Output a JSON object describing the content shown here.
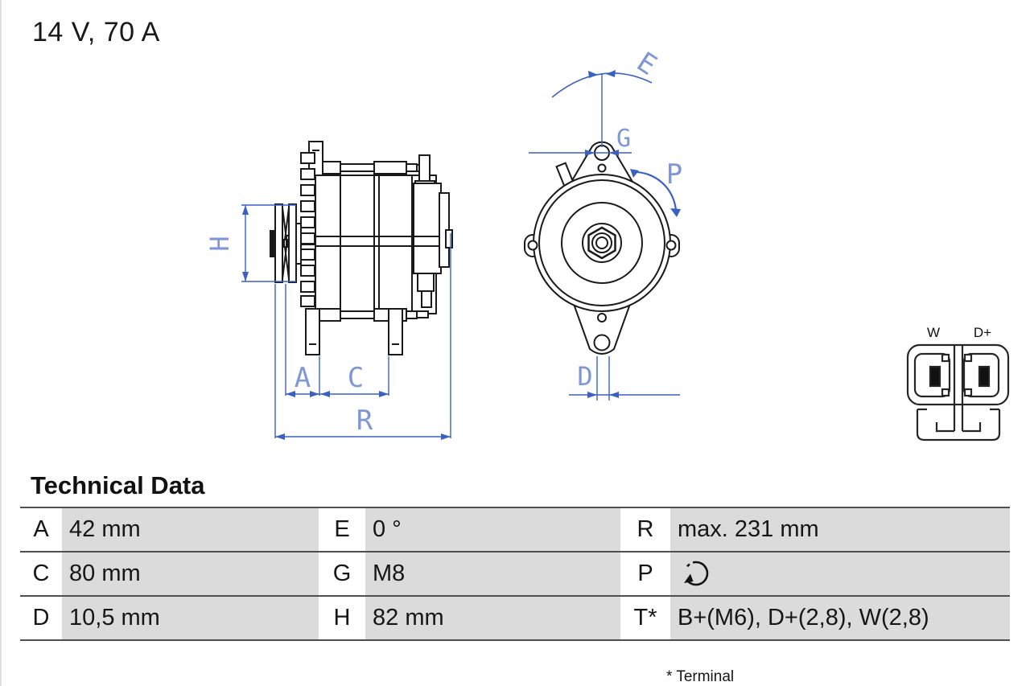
{
  "title": "14 V, 70 A",
  "drawing": {
    "labels": {
      "H": "H",
      "A": "A",
      "C": "C",
      "R": "R",
      "E": "E",
      "G": "G",
      "P": "P",
      "D": "D"
    },
    "connector": {
      "w_label": "W",
      "dplus_label": "D+"
    }
  },
  "technical_data": {
    "heading": "Technical Data",
    "footnote": "* Terminal",
    "rows": [
      {
        "cells": [
          {
            "label": "A",
            "value": "42 mm"
          },
          {
            "label": "E",
            "value": "0 °"
          },
          {
            "label": "R",
            "value": "max. 231 mm"
          }
        ]
      },
      {
        "cells": [
          {
            "label": "C",
            "value": "80 mm"
          },
          {
            "label": "G",
            "value": "M8"
          },
          {
            "label": "P",
            "value": "",
            "icon": "rotation-direction-icon"
          }
        ]
      },
      {
        "cells": [
          {
            "label": "D",
            "value": "10,5 mm"
          },
          {
            "label": "H",
            "value": "82 mm"
          },
          {
            "label": "T*",
            "value": "B+(M6), D+(2,8), W(2,8)"
          }
        ]
      }
    ]
  },
  "colors": {
    "drawing_line": "#1a1a1a",
    "dimension_line": "#3b60c4",
    "dimension_label": "#7f97d8",
    "table_cell_bg": "#dbdbdb",
    "table_rule": "#4f4f4f"
  }
}
